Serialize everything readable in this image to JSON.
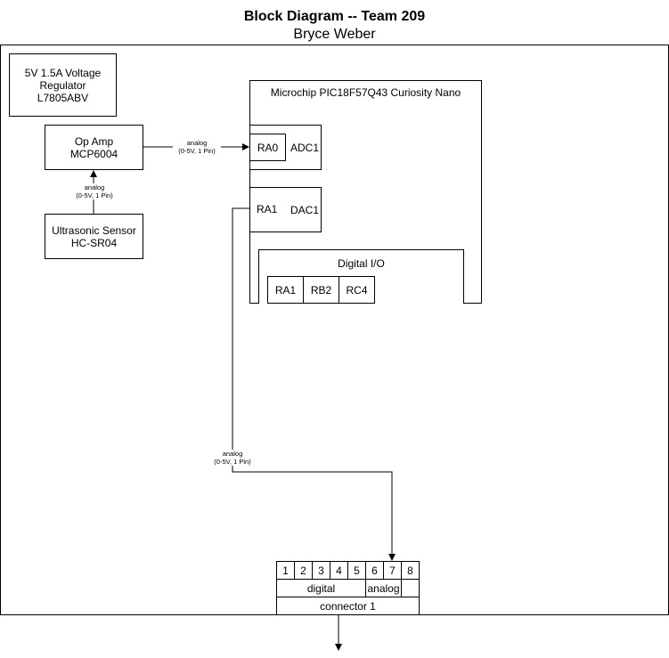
{
  "header": {
    "title": "Block Diagram -- Team 209",
    "subtitle": "Bryce Weber"
  },
  "blocks": {
    "regulator": {
      "line1": "5V 1.5A Voltage",
      "line2": "Regulator",
      "line3": "L7805ABV"
    },
    "opamp": {
      "line1": "Op Amp",
      "line2": "MCP6004"
    },
    "sensor": {
      "line1": "Ultrasonic Sensor",
      "line2": "HC-SR04"
    },
    "mcu": {
      "title": "Microchip PIC18F57Q43 Curiosity Nano",
      "adc": {
        "pin": "RA0",
        "label": "ADC1"
      },
      "dac": {
        "pin": "RA1",
        "label": "DAC1"
      },
      "dio": {
        "title": "Digital I/O",
        "pins": [
          "RA1",
          "RB2",
          "RC4"
        ]
      }
    }
  },
  "links": {
    "sensor_to_opamp": {
      "line1": "analog",
      "line2": "(0-5V, 1 Pin)"
    },
    "opamp_to_mcu": {
      "line1": "analog",
      "line2": "(0-5V, 1 Pin)"
    },
    "dac_to_connector": {
      "line1": "analog",
      "line2": "(0-5V, 1 Pin)"
    }
  },
  "connector": {
    "pins": [
      "1",
      "2",
      "3",
      "4",
      "5",
      "6",
      "7",
      "8"
    ],
    "digital_label": "digital",
    "analog_label": "analog",
    "name": "connector 1"
  }
}
